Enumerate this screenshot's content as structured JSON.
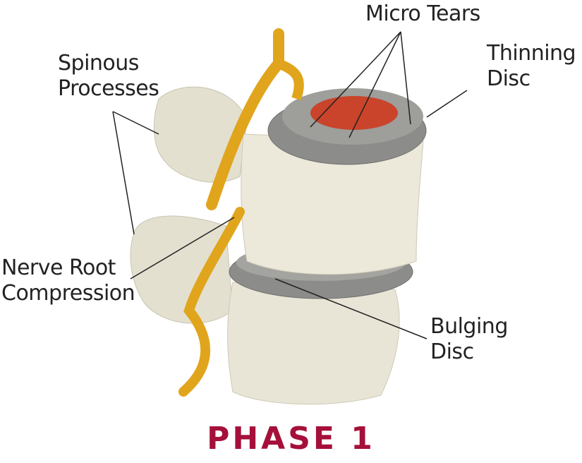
{
  "labels": {
    "micro_tears": "Micro Tears",
    "thinning_disc": [
      "Thinning",
      "Disc"
    ],
    "spinous_processes": [
      "Spinous",
      "Processes"
    ],
    "nerve_root_compression": [
      "Nerve Root",
      "Compression"
    ],
    "bulging_disc": [
      "Bulging",
      "Disc"
    ]
  },
  "title": "PHASE 1",
  "colors": {
    "title": "#a5103a",
    "bone": "#e9e5d6",
    "disc": "#8c8c8a",
    "nucleus": "#c9442a",
    "nerve": "#e0a51c"
  }
}
